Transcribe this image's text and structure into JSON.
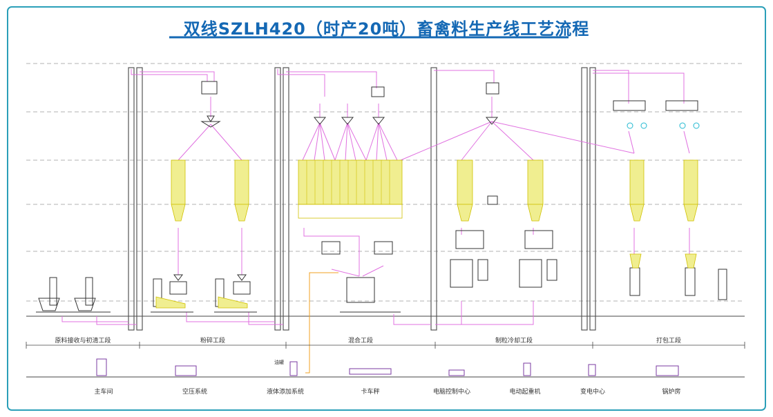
{
  "title": "双线SZLH420（时产20吨）畜禽料生产线工艺流程",
  "stages": [
    "原料接收与初清工段",
    "粉碎工段",
    "混合工段",
    "制粒冷却工段",
    "打包工段"
  ],
  "facilities": [
    "主车间",
    "空压系统",
    "液体添加系统",
    "卡车秤",
    "电脑控制中心",
    "电动起重机",
    "变电中心",
    "锅炉房"
  ],
  "tank_label": "油罐",
  "colors": {
    "border": "#2a9fb8",
    "title": "#1468b4",
    "pipe": "#e070e0",
    "bin_fill": "#f0ee90",
    "bin_dark": "#cfc000",
    "equipment": "#333333",
    "cyan": "#20b8d0",
    "orange": "#f0a020",
    "dash": "#999999"
  }
}
